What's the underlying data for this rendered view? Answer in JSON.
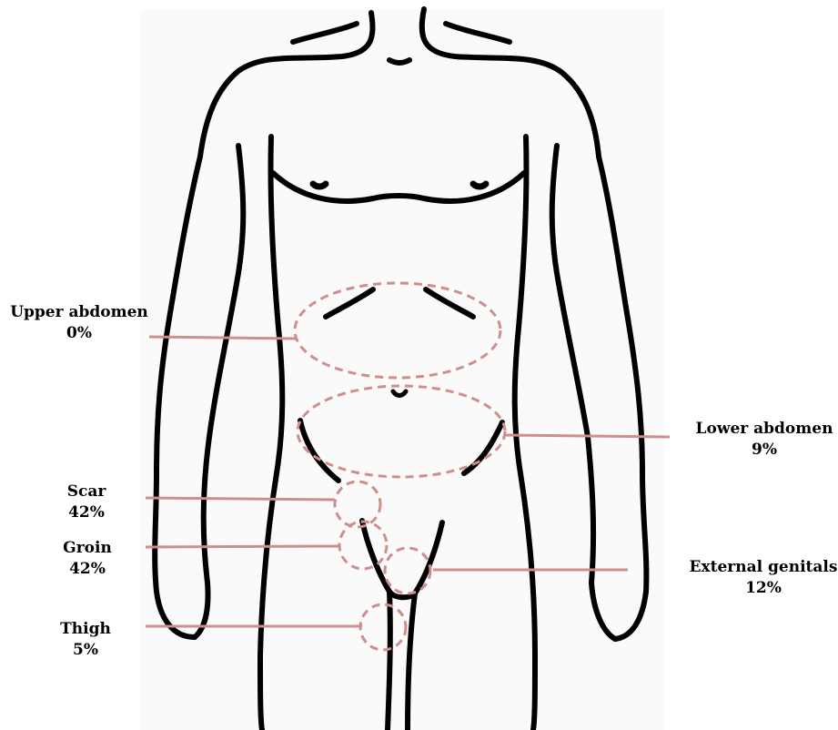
{
  "colors": {
    "outline": "#000000",
    "marker": "#cf8e8e",
    "background": "#ffffff"
  },
  "regions": {
    "upper_abdomen": {
      "label": "Upper abdomen",
      "value": "0%"
    },
    "lower_abdomen": {
      "label": "Lower abdomen",
      "value": "9%"
    },
    "scar": {
      "label": "Scar",
      "value": "42%"
    },
    "groin": {
      "label": "Groin",
      "value": "42%"
    },
    "external_genitals": {
      "label": "External genitals",
      "value": "12%"
    },
    "thigh": {
      "label": "Thigh",
      "value": "5%"
    }
  }
}
